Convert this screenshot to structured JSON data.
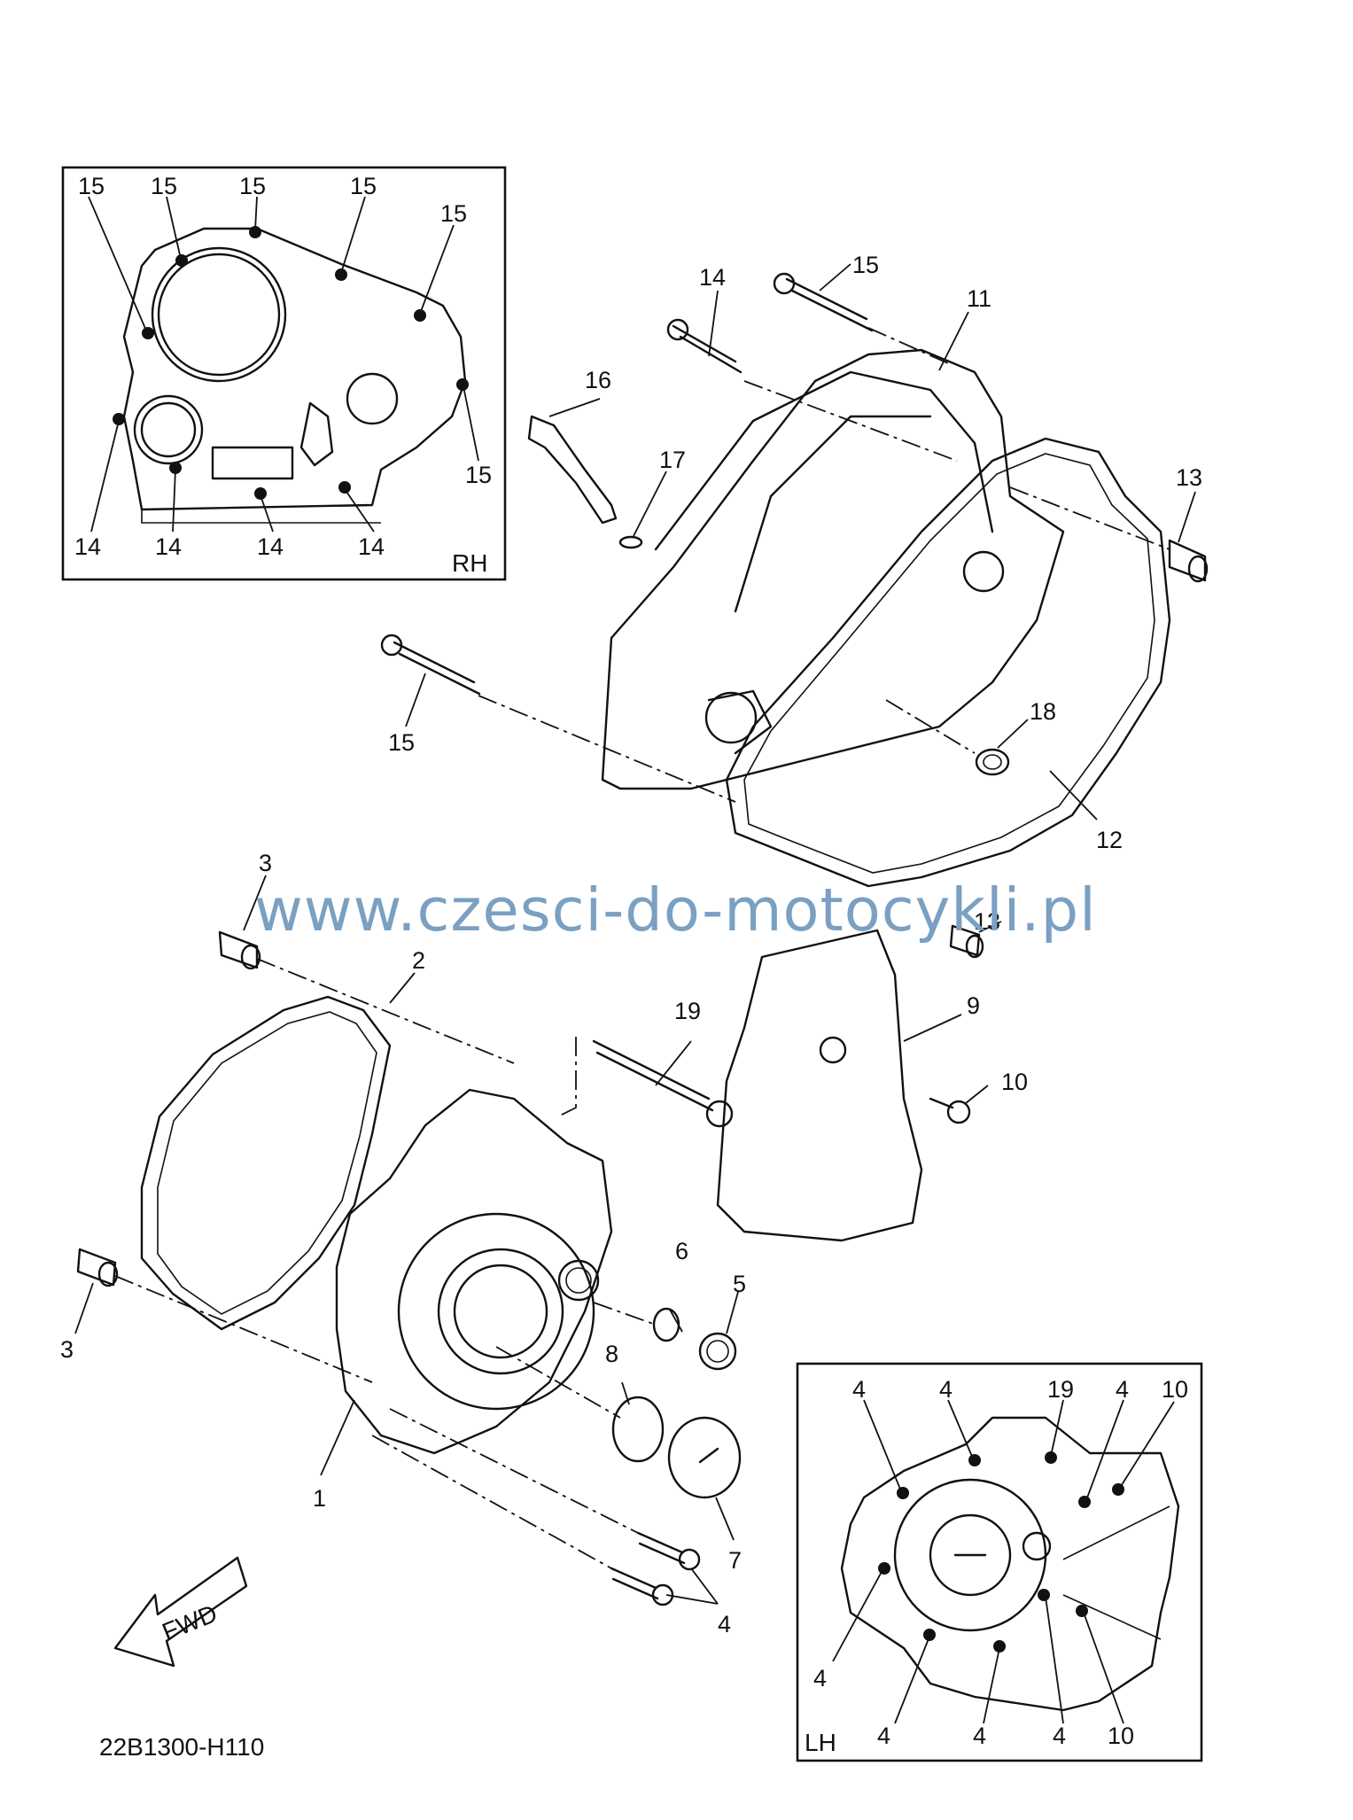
{
  "diagram_code": "22B1300-H110",
  "watermark": "www.czesci-do-motocykli.pl",
  "inset_rh": {
    "label": "RH"
  },
  "inset_lh": {
    "label": "LH"
  },
  "fwd_label": "FWD",
  "callouts": {
    "c1": "1",
    "c2": "2",
    "c3a": "3",
    "c3b": "3",
    "c4a": "4",
    "c5": "5",
    "c6": "6",
    "c7": "7",
    "c8": "8",
    "c9": "9",
    "c10": "10",
    "c11": "11",
    "c12": "12",
    "c13a": "13",
    "c13b": "13",
    "c14": "14",
    "c15a": "15",
    "c15b": "15",
    "c16": "16",
    "c17": "17",
    "c18": "18",
    "c19": "19"
  },
  "rh_callouts": [
    "15",
    "15",
    "15",
    "15",
    "15",
    "15",
    "14",
    "14",
    "14",
    "14"
  ],
  "lh_callouts": [
    "4",
    "4",
    "19",
    "4",
    "10",
    "4",
    "4",
    "4",
    "4",
    "10"
  ]
}
